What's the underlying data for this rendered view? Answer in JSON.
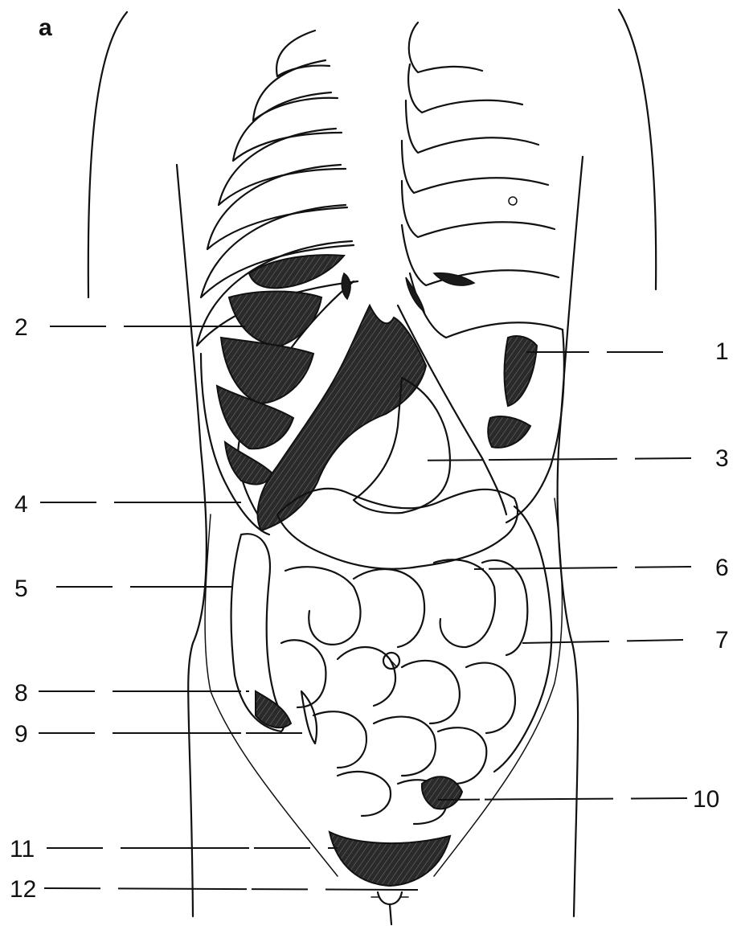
{
  "panel_letter": "a",
  "labels": {
    "l1": "1",
    "l2": "2",
    "l3": "3",
    "l4": "4",
    "l5": "5",
    "l6": "6",
    "l7": "7",
    "l8": "8",
    "l9": "9",
    "l10": "10",
    "l11": "11",
    "l12": "12"
  }
}
